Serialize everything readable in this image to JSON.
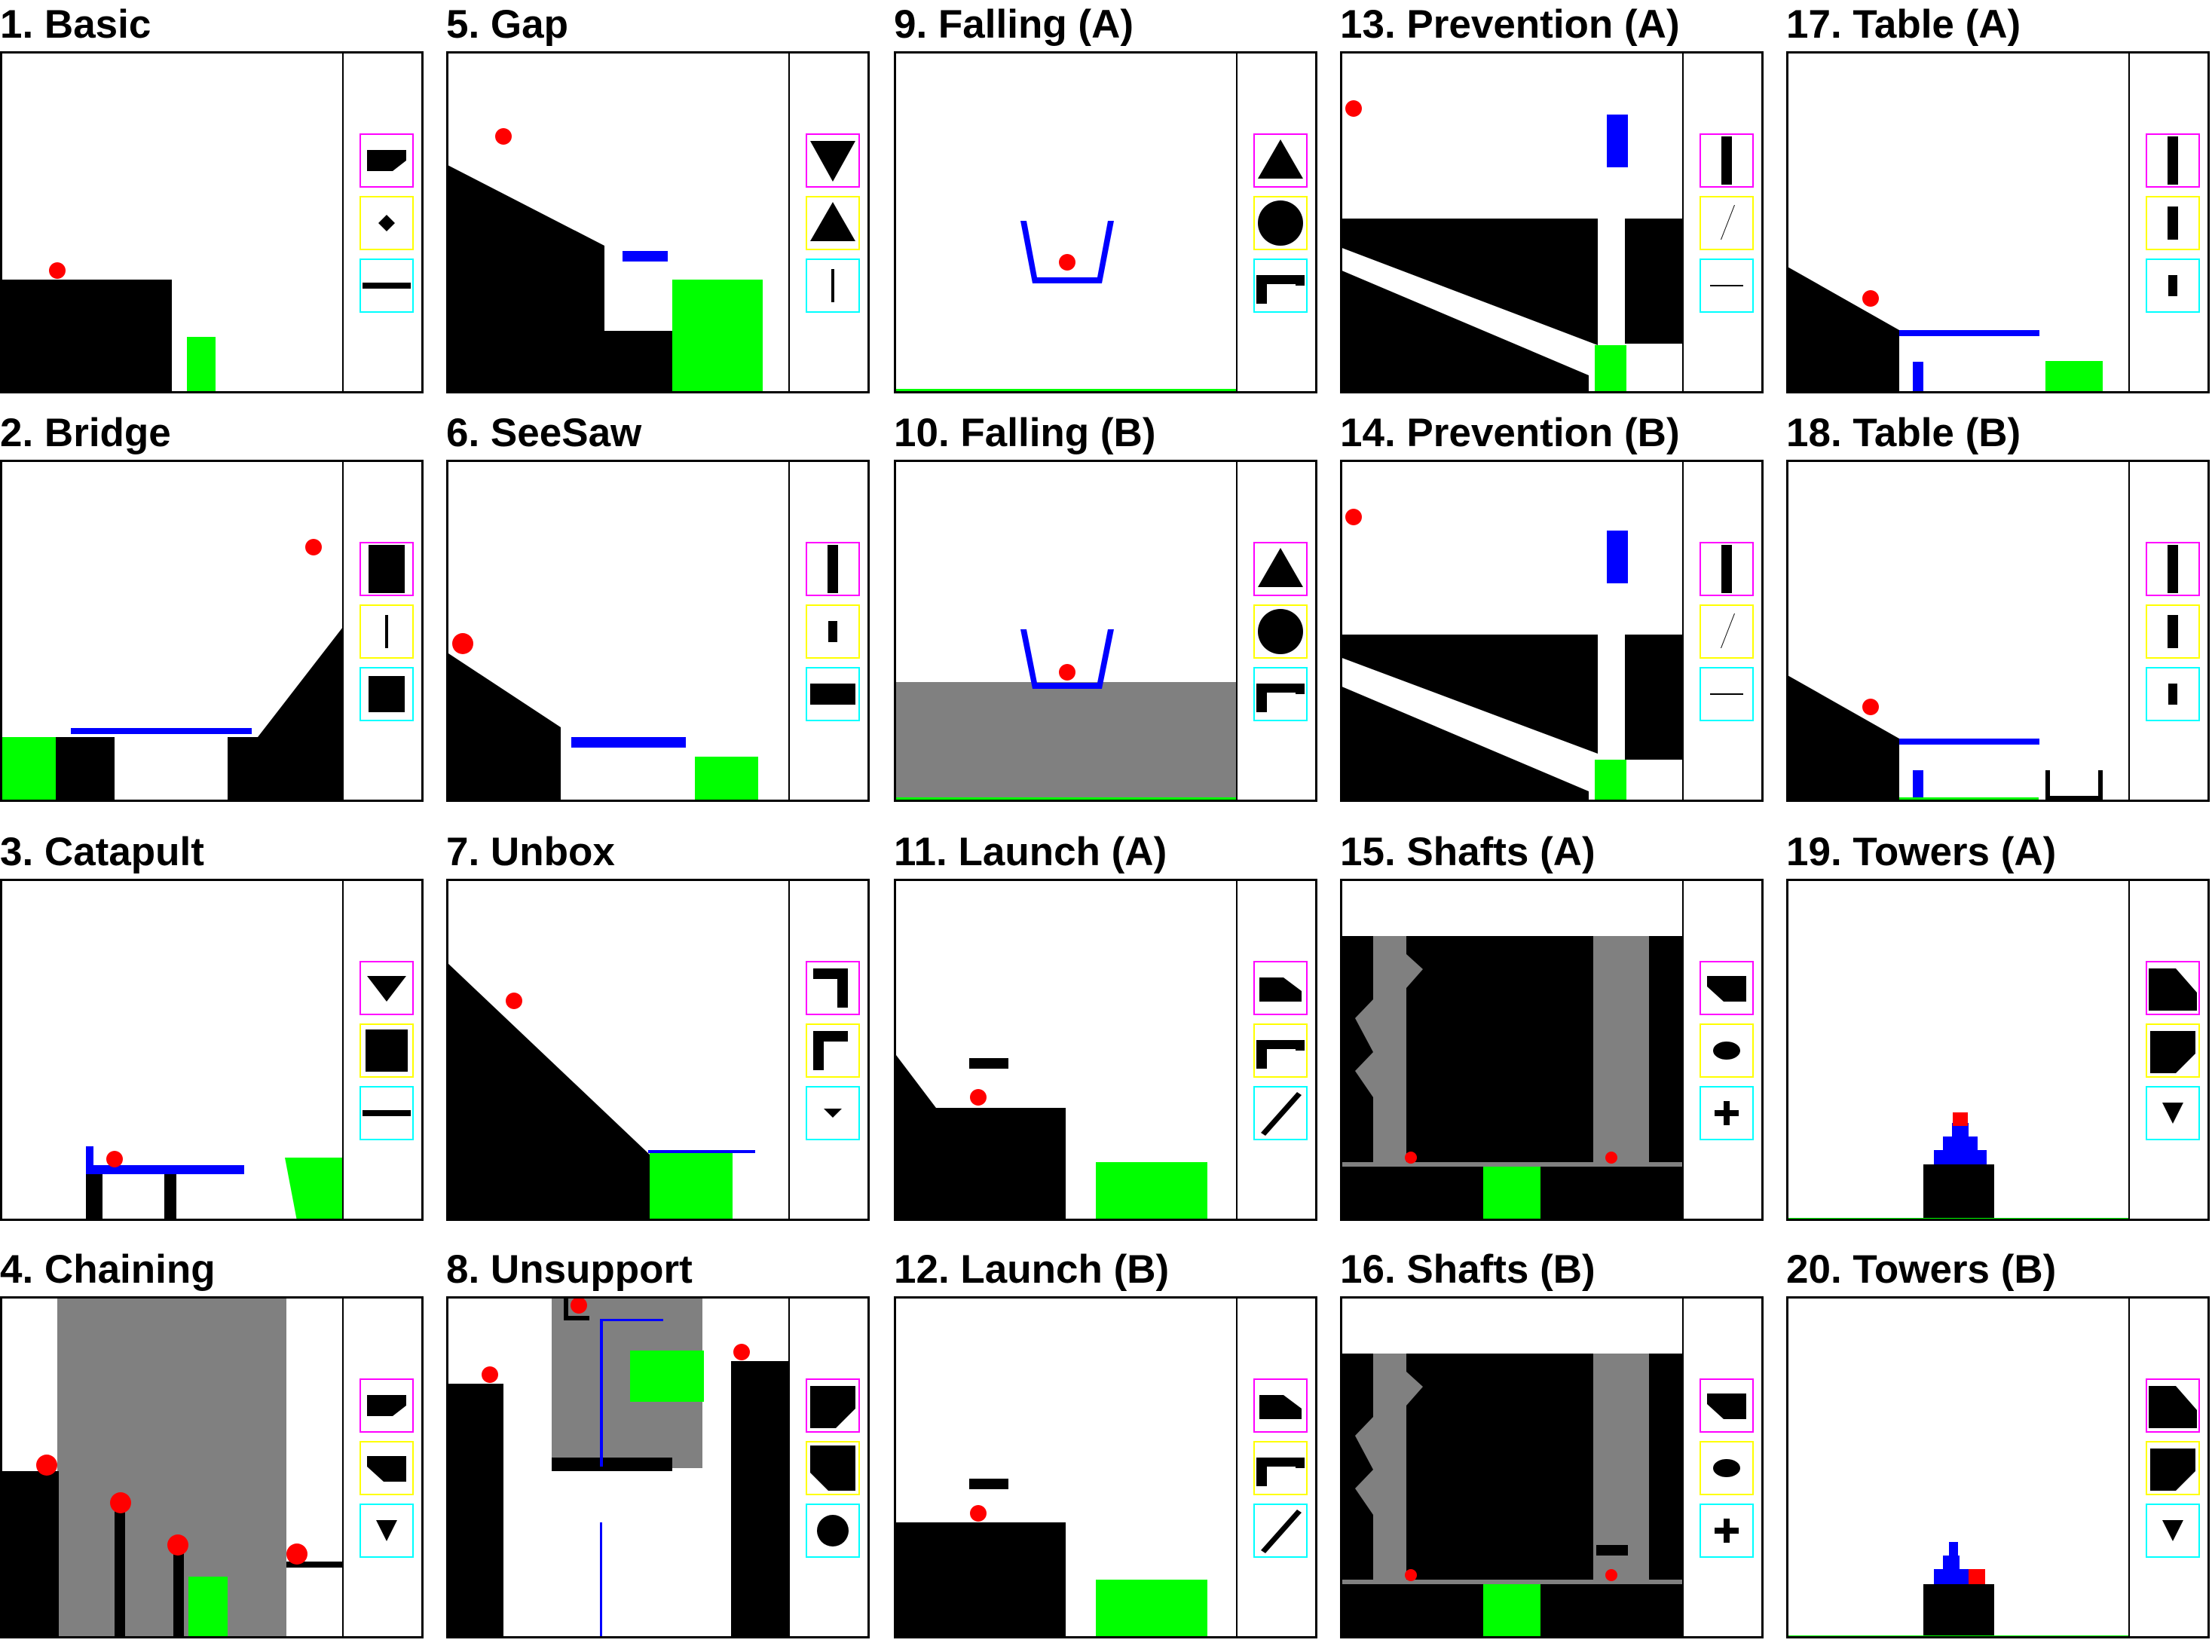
{
  "colors": {
    "ball": "#ff0000",
    "goal": "#00ff00",
    "dynamic": "#0000ff",
    "static": "#000000",
    "background_region": "#808080",
    "tool_box_1": "#ff00ff",
    "tool_box_2": "#ffff00",
    "tool_box_3": "#00ffff"
  },
  "panels": [
    {
      "id": 1,
      "title": "1. Basic"
    },
    {
      "id": 5,
      "title": "5. Gap"
    },
    {
      "id": 9,
      "title": "9. Falling (A)"
    },
    {
      "id": 13,
      "title": "13. Prevention (A)"
    },
    {
      "id": 17,
      "title": "17. Table (A)"
    },
    {
      "id": 2,
      "title": "2. Bridge"
    },
    {
      "id": 6,
      "title": "6. SeeSaw"
    },
    {
      "id": 10,
      "title": "10. Falling (B)"
    },
    {
      "id": 14,
      "title": "14. Prevention (B)"
    },
    {
      "id": 18,
      "title": "18. Table (B)"
    },
    {
      "id": 3,
      "title": "3. Catapult"
    },
    {
      "id": 7,
      "title": "7. Unbox"
    },
    {
      "id": 11,
      "title": "11. Launch (A)"
    },
    {
      "id": 15,
      "title": "15. Shafts (A)"
    },
    {
      "id": 19,
      "title": "19. Towers (A)"
    },
    {
      "id": 4,
      "title": "4. Chaining"
    },
    {
      "id": 8,
      "title": "8. Unsupport"
    },
    {
      "id": 12,
      "title": "12. Launch (B)"
    },
    {
      "id": 16,
      "title": "16. Shafts (B)"
    },
    {
      "id": 20,
      "title": "20. Towers (B)"
    }
  ]
}
